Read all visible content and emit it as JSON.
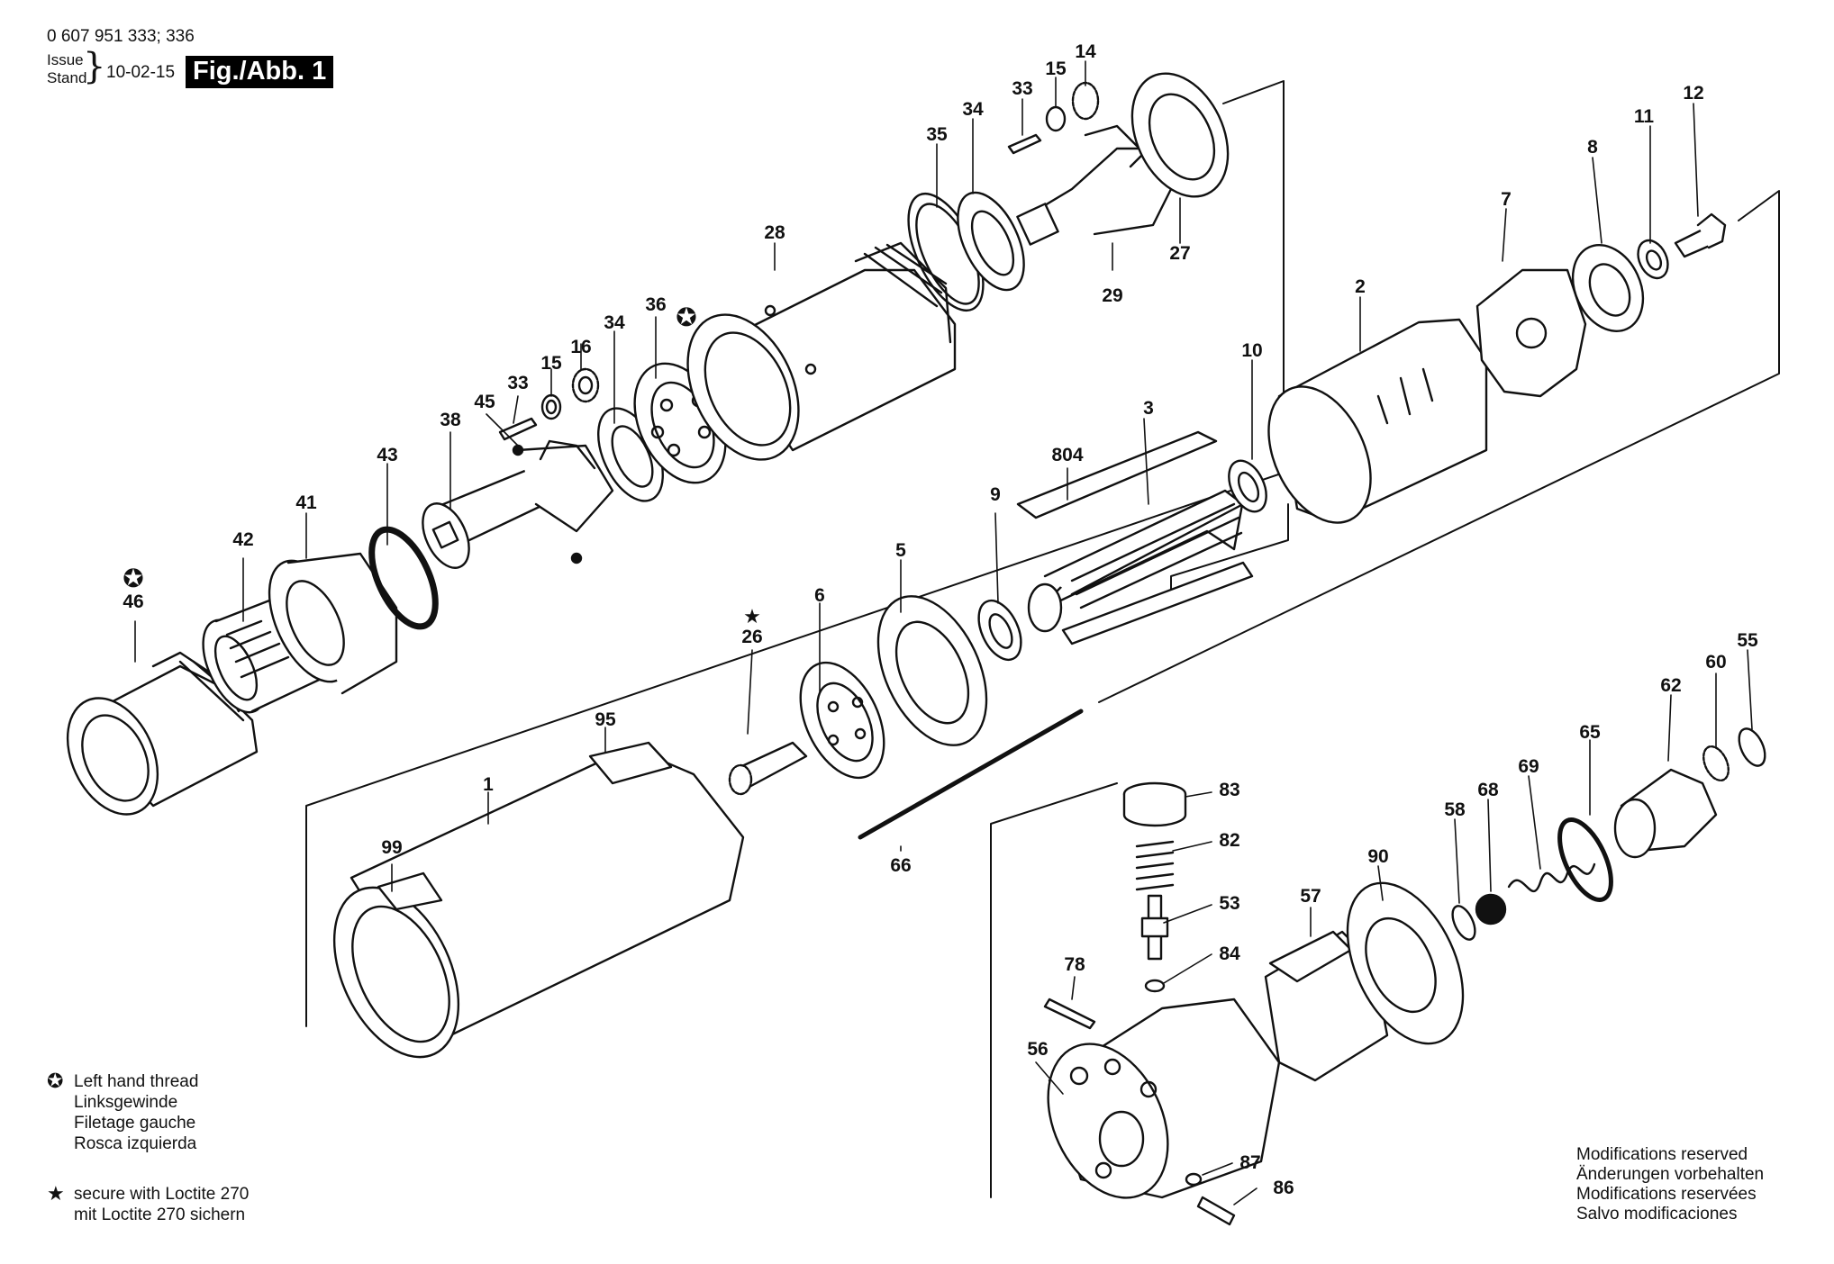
{
  "header": {
    "doc_number": "0 607 951 333; 336",
    "issue_label": "Issue",
    "stand_label": "Stand",
    "date": "10-02-15",
    "figure_tag": "Fig./Abb. 1"
  },
  "legend": {
    "left_hand_thread": [
      "Left hand thread",
      "Linksgewinde",
      "Filetage gauche",
      "Rosca izquierda"
    ],
    "loctite": [
      "secure with Loctite 270",
      "mit Loctite 270 sichern"
    ]
  },
  "modifications": [
    "Modifications reserved",
    "Änderungen vorbehalten",
    "Modifications reservées",
    "Salvo modificaciones"
  ],
  "callouts": [
    {
      "id": "c14",
      "text": "14"
    },
    {
      "id": "c15a",
      "text": "15"
    },
    {
      "id": "c33a",
      "text": "33"
    },
    {
      "id": "c34a",
      "text": "34"
    },
    {
      "id": "c35",
      "text": "35"
    },
    {
      "id": "c28",
      "text": "28"
    },
    {
      "id": "c27",
      "text": "27"
    },
    {
      "id": "c29",
      "text": "29"
    },
    {
      "id": "c12",
      "text": "12"
    },
    {
      "id": "c11",
      "text": "11"
    },
    {
      "id": "c8",
      "text": "8"
    },
    {
      "id": "c7",
      "text": "7"
    },
    {
      "id": "c2",
      "text": "2"
    },
    {
      "id": "c10",
      "text": "10"
    },
    {
      "id": "c3",
      "text": "3"
    },
    {
      "id": "c804",
      "text": "804"
    },
    {
      "id": "c36",
      "text": "36"
    },
    {
      "id": "c16",
      "text": "16"
    },
    {
      "id": "c15b",
      "text": "15"
    },
    {
      "id": "c34b",
      "text": "34"
    },
    {
      "id": "c33b",
      "text": "33"
    },
    {
      "id": "c45",
      "text": "45"
    },
    {
      "id": "c38",
      "text": "38"
    },
    {
      "id": "c43",
      "text": "43"
    },
    {
      "id": "c41",
      "text": "41"
    },
    {
      "id": "c42",
      "text": "42"
    },
    {
      "id": "c46",
      "text": "46"
    },
    {
      "id": "c9",
      "text": "9"
    },
    {
      "id": "c5",
      "text": "5"
    },
    {
      "id": "c6",
      "text": "6"
    },
    {
      "id": "c26",
      "text": "26"
    },
    {
      "id": "c95",
      "text": "95"
    },
    {
      "id": "c1",
      "text": "1"
    },
    {
      "id": "c99",
      "text": "99"
    },
    {
      "id": "c66",
      "text": "66"
    },
    {
      "id": "c55",
      "text": "55"
    },
    {
      "id": "c60",
      "text": "60"
    },
    {
      "id": "c62",
      "text": "62"
    },
    {
      "id": "c65",
      "text": "65"
    },
    {
      "id": "c69",
      "text": "69"
    },
    {
      "id": "c68",
      "text": "68"
    },
    {
      "id": "c58",
      "text": "58"
    },
    {
      "id": "c90",
      "text": "90"
    },
    {
      "id": "c57",
      "text": "57"
    },
    {
      "id": "c83",
      "text": "83"
    },
    {
      "id": "c82",
      "text": "82"
    },
    {
      "id": "c53",
      "text": "53"
    },
    {
      "id": "c84",
      "text": "84"
    },
    {
      "id": "c78",
      "text": "78"
    },
    {
      "id": "c56",
      "text": "56"
    },
    {
      "id": "c87",
      "text": "87"
    },
    {
      "id": "c86",
      "text": "86"
    }
  ],
  "symbols": {
    "left_hand_thread": "✪",
    "loctite": "★"
  }
}
